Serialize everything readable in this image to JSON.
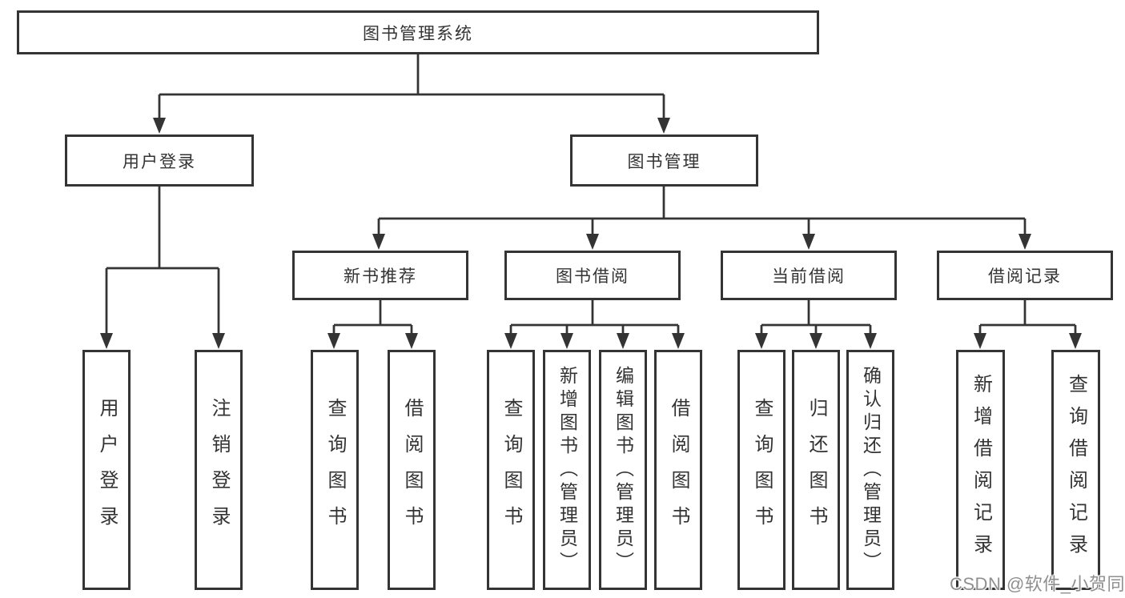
{
  "root": {
    "label": "图书管理系统"
  },
  "branches": [
    {
      "label": "用户登录",
      "children": [
        {
          "label": "用户登录"
        },
        {
          "label": "注销登录"
        }
      ]
    },
    {
      "label": "图书管理",
      "children": [
        {
          "label": "新书推荐",
          "children": [
            {
              "label": "查询图书"
            },
            {
              "label": "借阅图书"
            }
          ]
        },
        {
          "label": "图书借阅",
          "children": [
            {
              "label": "查询图书"
            },
            {
              "label": "新增图书（管理员）"
            },
            {
              "label": "编辑图书（管理员）"
            },
            {
              "label": "借阅图书"
            }
          ]
        },
        {
          "label": "当前借阅",
          "children": [
            {
              "label": "查询图书"
            },
            {
              "label": "归还图书"
            },
            {
              "label": "确认归还（管理员）"
            }
          ]
        },
        {
          "label": "借阅记录",
          "children": [
            {
              "label": "新增借阅记录"
            },
            {
              "label": "查询借阅记录"
            }
          ]
        }
      ]
    }
  ],
  "watermark": "CSDN @软件_小贺同学",
  "colors": {
    "line": "#343434",
    "text": "#333333",
    "background": "#ffffff",
    "watermark": "#8f8f8f"
  }
}
